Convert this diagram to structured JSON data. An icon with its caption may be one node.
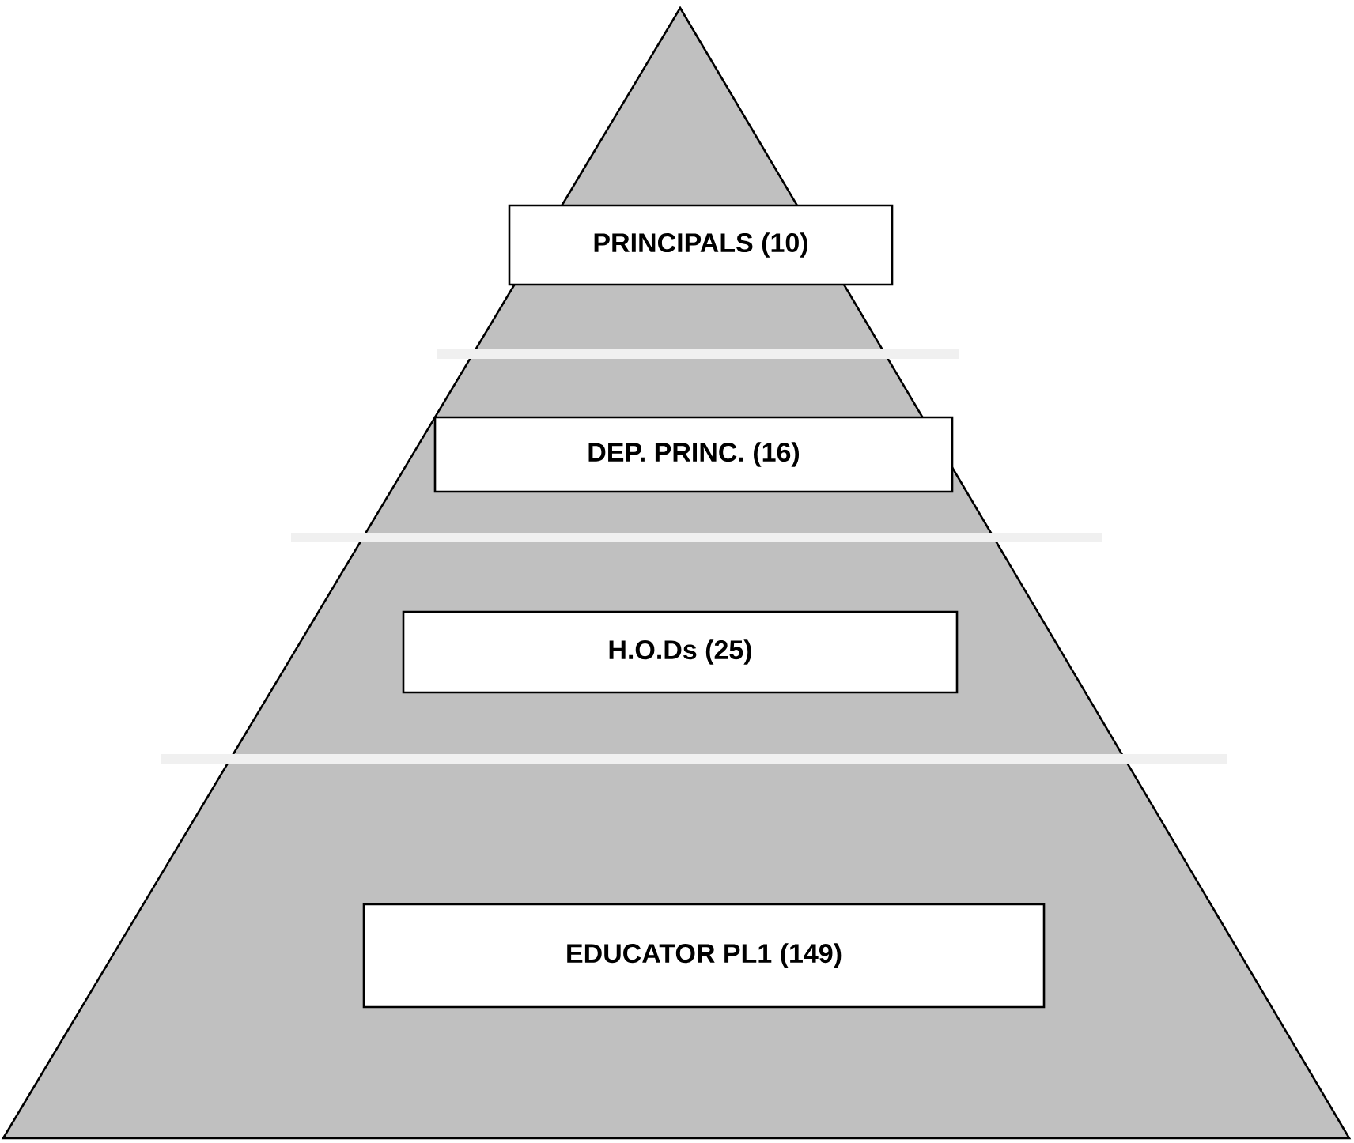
{
  "diagram": {
    "nodes": [
      {
        "text": [
          "PRINCIPALS (10)"
        ]
      },
      {
        "text": [
          "DEP. PRINC. (16)"
        ]
      },
      {
        "text": [
          "H.O.Ds (25)"
        ]
      },
      {
        "text": [
          "EDUCATOR PL1 (149)"
        ]
      }
    ]
  }
}
